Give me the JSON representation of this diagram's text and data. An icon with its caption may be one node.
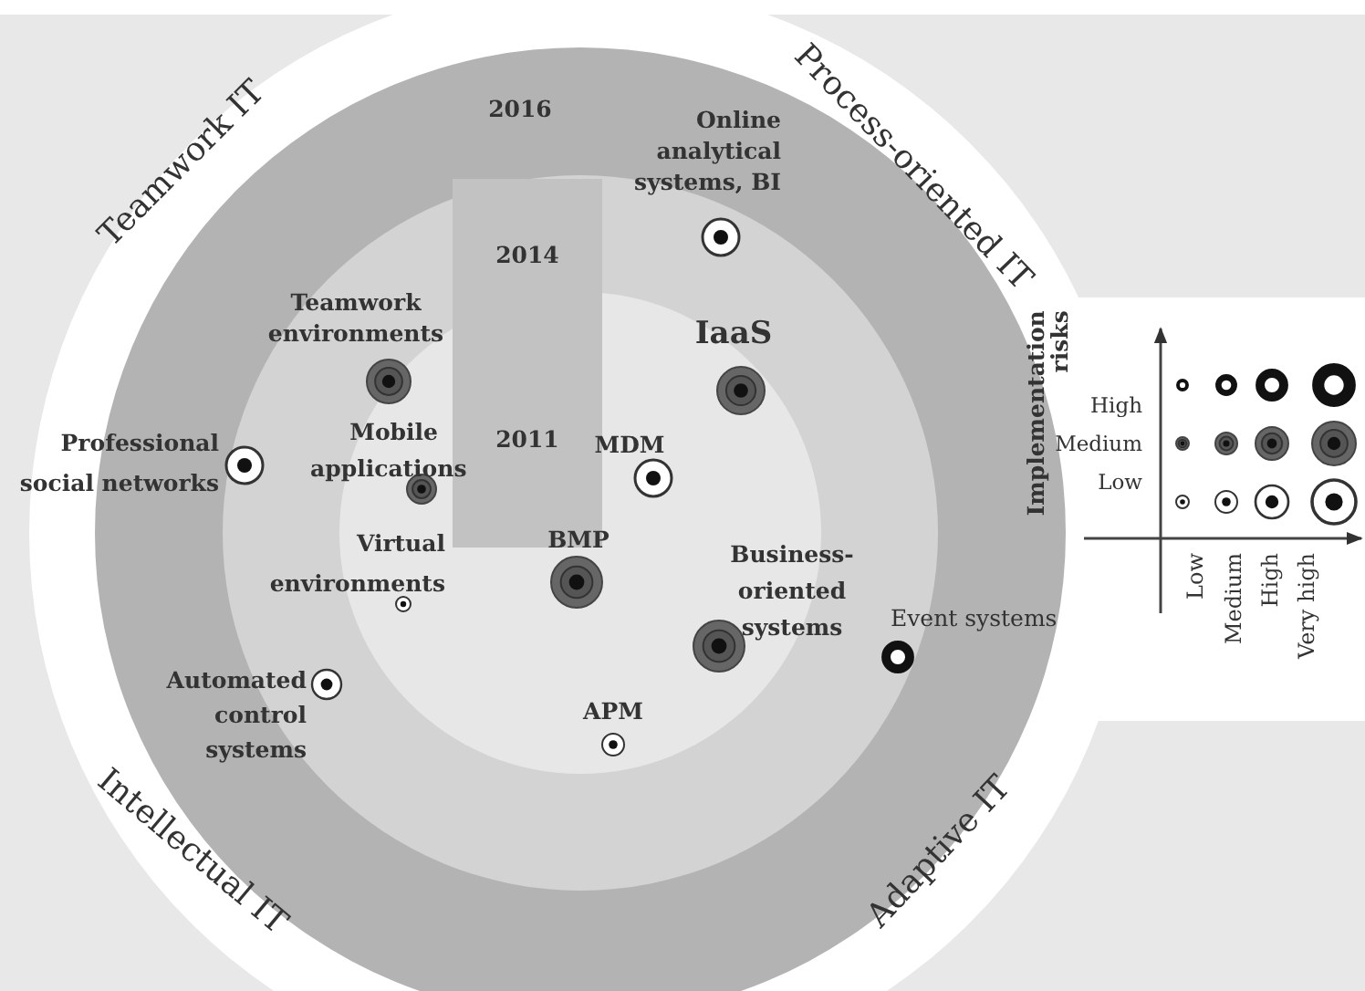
{
  "diagram": {
    "labels": [
      "Teamwork IT",
      "2016",
      "Process-oriented IT",
      "Online analytical systems, BI",
      "2014",
      "Teamwork environments",
      "IaaS",
      "Implementation risks",
      "High",
      "Medium",
      "Low",
      "Professional social networks",
      "Mobile applications",
      "2011",
      "MDM",
      "Virtual environments",
      "BMP",
      "Business-oriented systems",
      "Event systems",
      "Low",
      "Medium",
      "High",
      "Very high",
      "Automated control systems",
      "APM",
      "Intellectual IT",
      "Adaptive IT"
    ]
  }
}
